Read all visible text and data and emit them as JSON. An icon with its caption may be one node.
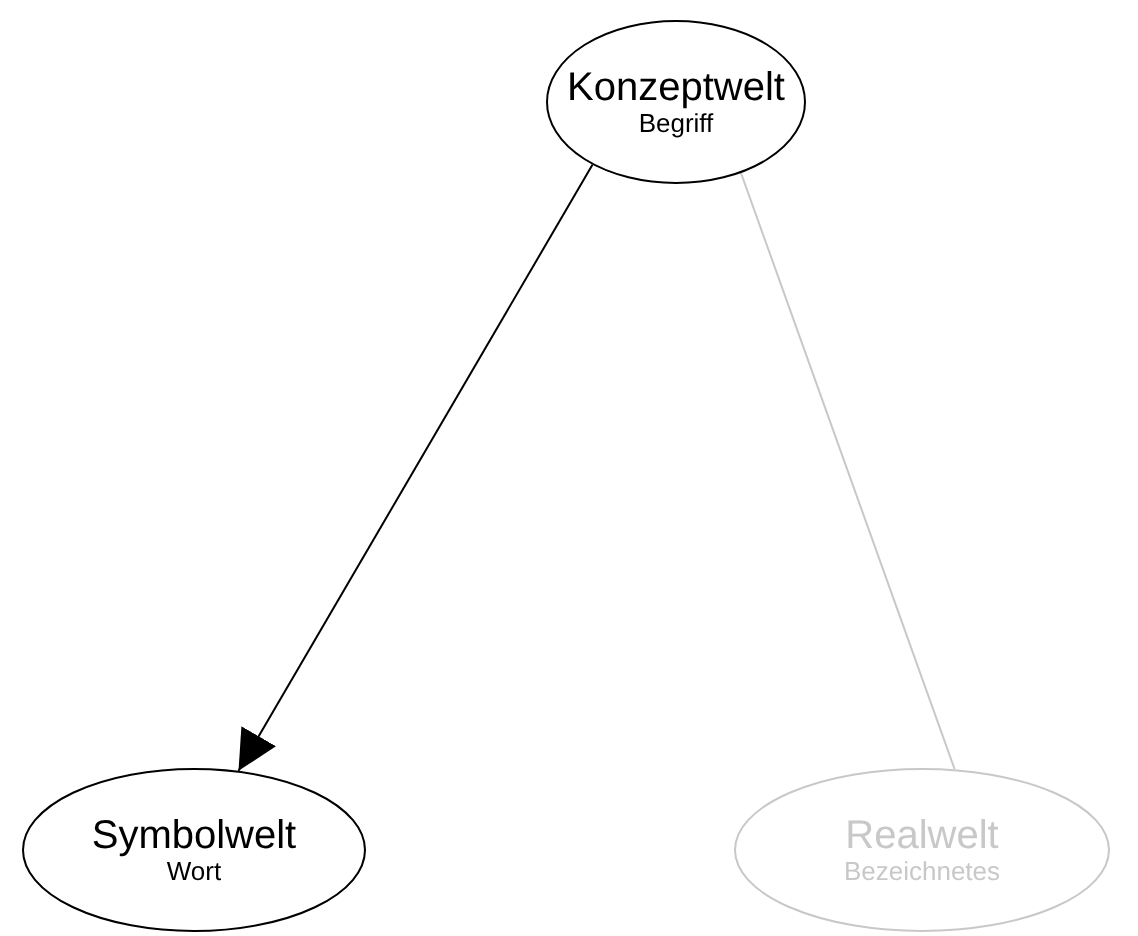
{
  "diagram": {
    "nodes": [
      {
        "text": [
          "Konzeptwelt",
          "Begriff"
        ]
      },
      {
        "text": [
          "Symbolwelt",
          "Wort"
        ]
      },
      {
        "text": [
          "Realwelt",
          "Bezeichnetes"
        ]
      }
    ],
    "edges": [
      {
        "from": 0,
        "to": 1,
        "arrow": "to"
      },
      {
        "from": 0,
        "to": 2,
        "arrow": "none",
        "color": "#c8c8c8"
      }
    ]
  }
}
